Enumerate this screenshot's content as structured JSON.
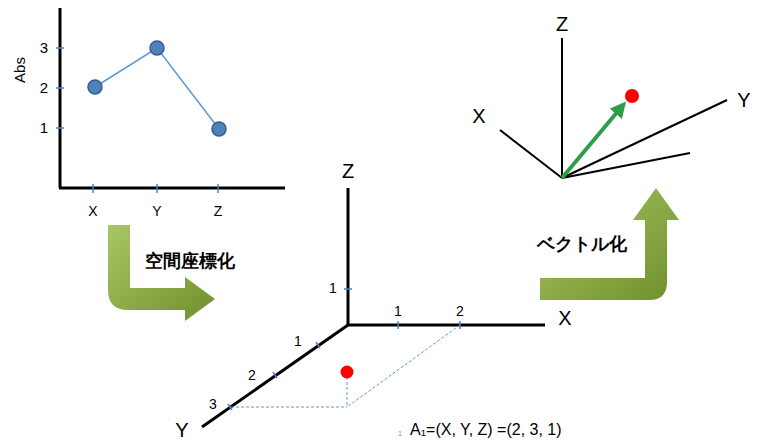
{
  "diagram": {
    "labels": [
      "3",
      "2",
      "1",
      "Abs",
      "X",
      "Y",
      "Z",
      "Z",
      "X",
      "Y",
      "空間座標化",
      "ベクトル化",
      "Z",
      "1",
      "1",
      "2",
      "X",
      "1",
      "2",
      "3",
      "Y",
      "1",
      "A₁=(X, Y, Z) =(2, 3, 1)"
    ]
  }
}
